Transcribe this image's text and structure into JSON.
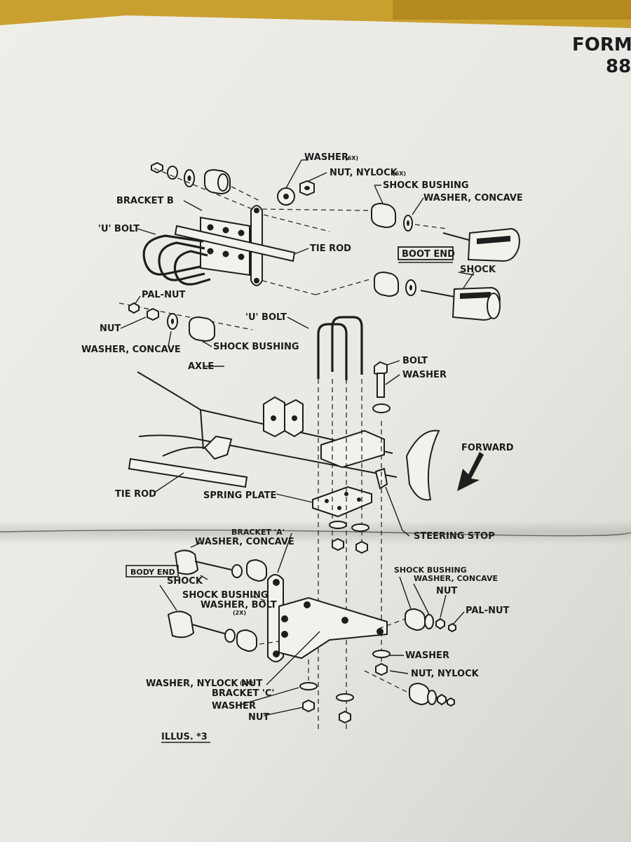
{
  "header": {
    "line1": "FORM",
    "line2": "88"
  },
  "caption": {
    "illus_prefix": "ILLUS.",
    "illus_num": "*3"
  },
  "labels": {
    "washer_top": "WASHER",
    "washer_top_qty": "(6X)",
    "nut_nylock_top": "NUT, NYLOCK",
    "nut_nylock_top_qty": "(6X)",
    "bracket_b": "BRACKET B",
    "u_bolt_left": "'U' BOLT",
    "tie_rod_top": "TIE ROD",
    "shock_bushing_top": "SHOCK BUSHING",
    "washer_concave_top": "WASHER, CONCAVE",
    "boot_end": "BOOT END",
    "shock_top": "SHOCK",
    "pal_nut_top": "PAL-NUT",
    "nut_top": "NUT",
    "washer_concave_left": "WASHER, CONCAVE",
    "shock_bushing_left": "SHOCK BUSHING",
    "u_bolt_mid": "'U' BOLT",
    "bolt": "BOLT",
    "washer_bolt": "WASHER",
    "axle": "AXLE",
    "forward": "FORWARD",
    "tie_rod_mid": "TIE ROD",
    "spring_plate": "SPRING PLATE",
    "steering_stop": "STEERING STOP",
    "bracket_a": "BRACKET 'A'",
    "washer_concave_bottom": "WASHER, CONCAVE",
    "body_end": "BODY END",
    "shock_bottom": "SHOCK",
    "shock_bushing_bottom_left": "SHOCK BUSHING",
    "washer_bolt_bottom": "WASHER, BOLT",
    "washer_bolt_bottom_qty": "(2X)",
    "shock_bushing_bottom_right": "SHOCK BUSHING",
    "washer_concave_bottom_right": "WASHER, CONCAVE",
    "nut_bottom_right": "NUT",
    "pal_nut_bottom": "PAL-NUT",
    "washer_bottom_right": "WASHER",
    "nut_nylock_bottom": "NUT, NYLOCK",
    "washer_nylock_nut": "WASHER, NYLOCK NUT",
    "washer_nylock_nut_qty": "(2X)",
    "bracket_c": "BRACKET 'C'",
    "washer_bottom": "WASHER",
    "nut_bottom": "NUT"
  },
  "colors": {
    "paper": "#eceae4",
    "ink": "#1e1e1e",
    "cardboard": "#c9a030"
  }
}
